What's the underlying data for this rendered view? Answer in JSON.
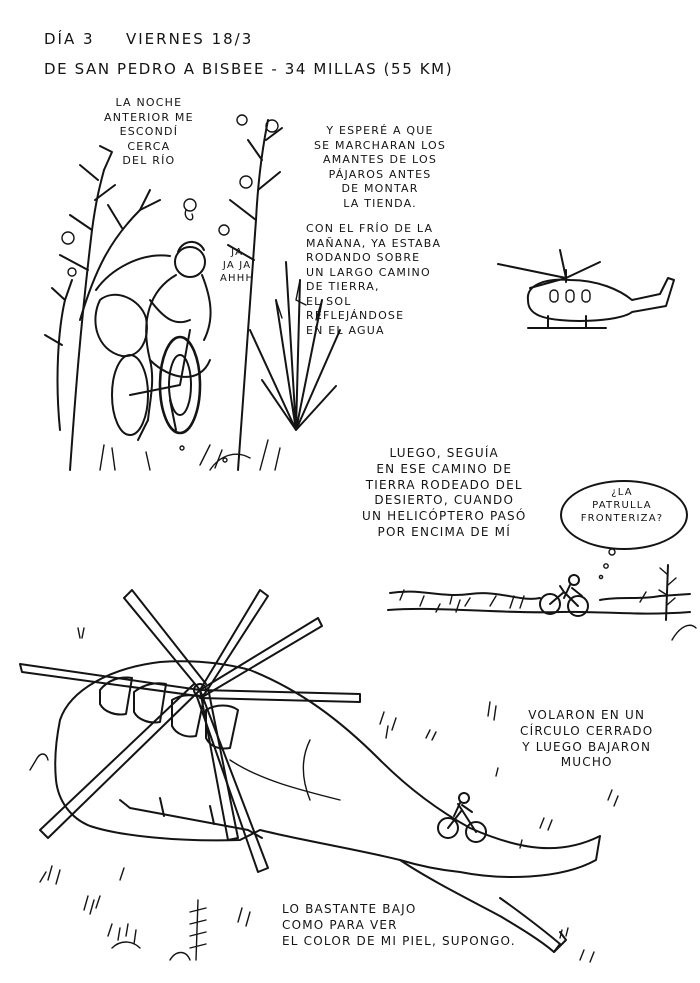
{
  "header": {
    "day_label": "DÍA 3",
    "weekday_date": "VIERNES 18/3",
    "route": "DE SAN PEDRO A BISBEE - 34 MILLAS (55 KM)"
  },
  "captions": {
    "hid_by_river": "LA NOCHE\nANTERIOR ME\nESCONDÍ\nCERCA\nDEL RÍO",
    "waited_lovers": "Y ESPERÉ A QUE\nSE MARCHARAN LOS\nAMANTES DE LOS\nPÁJAROS ANTES\nDE MONTAR\nLA TIENDA.",
    "morning_ride": "CON EL FRÍO DE LA\nMAÑANA, YA ESTABA\nRODANDO SOBRE\nUN LARGO CAMINO\nDE TIERRA,\nEL SOL\nREFLEJÁNDOSE\nEN EL AGUA",
    "helicopter_passed": "LUEGO, SEGUÍA\nEN ESE CAMINO DE\nTIERRA RODEADO DEL\nDESIERTO, CUANDO\nUN HELICÓPTERO PASÓ\nPOR ENCIMA DE MÍ",
    "circled_low": "VOLARON EN UN\nCÍRCULO CERRADO\nY LUEGO BAJARON\nMUCHO",
    "low_enough": "LO BASTANTE BAJO\nCOMO PARA VER\nEL COLOR DE MI PIEL, SUPONGO."
  },
  "speech": {
    "laugh": "JA\nJA JA\nAHHH"
  },
  "thought": {
    "border_patrol": "¿LA\nPATRULLA\nFRONTERIZA?"
  },
  "illustrations": {
    "camp_scene": "cyclist-pushing-bike-drawing",
    "small_helicopter": "helicopter-drawing",
    "desert_cyclist": "cyclist-on-road-drawing",
    "large_helicopter": "helicopter-overhead-drawing"
  },
  "colors": {
    "ink": "#141414",
    "paper": "#ffffff"
  }
}
